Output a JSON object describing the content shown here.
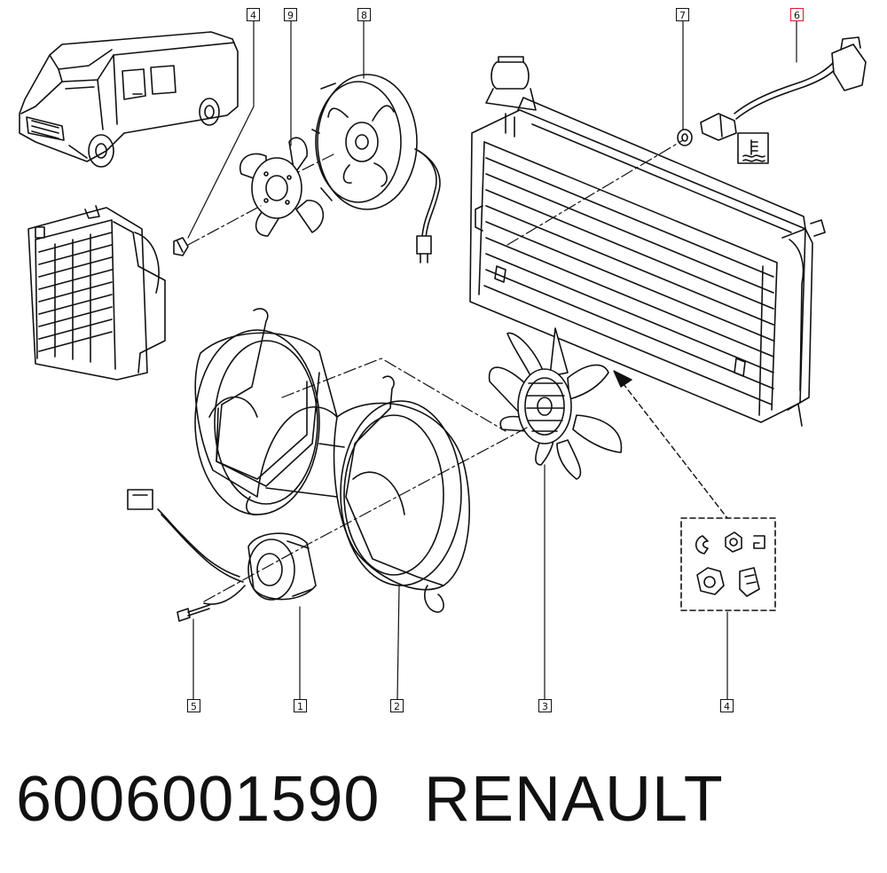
{
  "caption": {
    "part_number": "6006001590",
    "brand": "RENAULT"
  },
  "callouts": [
    {
      "label": "4",
      "highlighted": false
    },
    {
      "label": "9",
      "highlighted": false
    },
    {
      "label": "8",
      "highlighted": false
    },
    {
      "label": "7",
      "highlighted": false
    },
    {
      "label": "6",
      "highlighted": true
    },
    {
      "label": "5",
      "highlighted": false
    },
    {
      "label": "1",
      "highlighted": false
    },
    {
      "label": "2",
      "highlighted": false
    },
    {
      "label": "3",
      "highlighted": false
    },
    {
      "label": "4",
      "highlighted": false
    }
  ],
  "colors": {
    "line": "#111111",
    "highlight": "#e0182d",
    "background": "#ffffff"
  },
  "icons": [
    "van-illustration",
    "small-radiator-illustration",
    "radiator-illustration",
    "temperature-switch-icon",
    "fan-motor-icon",
    "fan-blade-icon",
    "fan-shroud-icon",
    "screw-icon",
    "fixings-kit-icon",
    "coolant-temperature-symbol-icon"
  ]
}
